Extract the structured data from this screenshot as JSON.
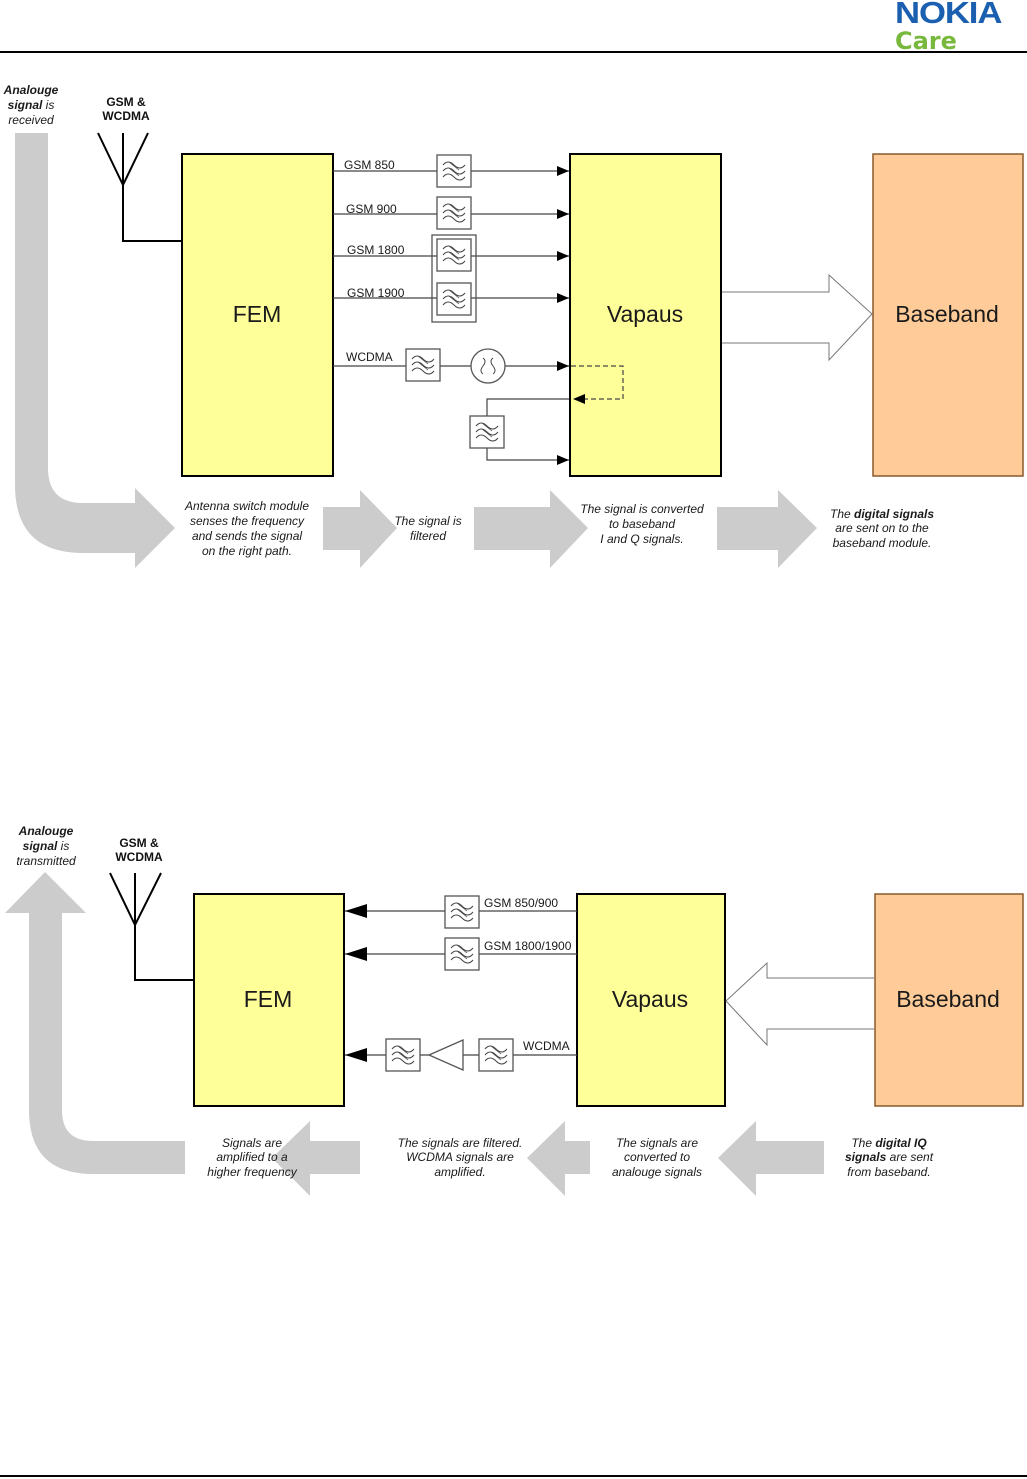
{
  "header": {
    "brand": "NOKIA",
    "subbrand": "Care"
  },
  "colors": {
    "block_yellow": "#ffff99",
    "block_orange": "#ffcc99",
    "flow_arrow_gray": "#cccccc",
    "brand_blue": "#1b5fb0",
    "brand_green": "#78b83c"
  },
  "receiver": {
    "side_label": {
      "line1_bold": "Analouge",
      "line2_bold": "signal",
      "line2_rest": " is",
      "line3": "received"
    },
    "antenna_label": [
      "GSM &",
      "WCDMA"
    ],
    "blocks": {
      "fem": "FEM",
      "vapaus": "Vapaus",
      "baseband": "Baseband"
    },
    "paths": [
      {
        "label": "GSM 850",
        "filters": 1
      },
      {
        "label": "GSM 900",
        "filters": 1
      },
      {
        "label": "GSM 1800",
        "filters": 1,
        "grouped": true
      },
      {
        "label": "GSM 1900",
        "filters": 1,
        "grouped": true
      },
      {
        "label": "WCDMA",
        "filters": 1,
        "balun": true
      }
    ],
    "captions": [
      [
        "Antenna switch module",
        "senses the frequency",
        "and sends the signal",
        "on the right path."
      ],
      [
        "The signal is",
        "filtered"
      ],
      [
        "The signal is converted",
        "to baseband",
        "I and Q signals."
      ],
      {
        "pre": "The ",
        "bold": "digital signals",
        "line2": "are sent on to the",
        "line3": "baseband module."
      }
    ]
  },
  "transmitter": {
    "side_label": {
      "line1_bold": "Analouge",
      "line2_bold": "signal",
      "line2_rest": " is",
      "line3": "transmitted"
    },
    "antenna_label": [
      "GSM &",
      "WCDMA"
    ],
    "blocks": {
      "fem": "FEM",
      "vapaus": "Vapaus",
      "baseband": "Baseband"
    },
    "paths": [
      {
        "label": "GSM 850/900"
      },
      {
        "label": "GSM 1800/1900"
      },
      {
        "label": "WCDMA",
        "amplifier": true
      }
    ],
    "captions": [
      [
        "Signals are",
        "amplified to a",
        "higher frequency"
      ],
      [
        "The signals are filtered.",
        "WCDMA signals are",
        "amplified."
      ],
      [
        "The signals are",
        "converted to",
        "analouge signals"
      ],
      {
        "line1_pre": "The ",
        "line1_bold": "digital IQ",
        "line2_bold": "signals",
        "line2_rest": " are sent",
        "line3": "from baseband."
      }
    ]
  }
}
